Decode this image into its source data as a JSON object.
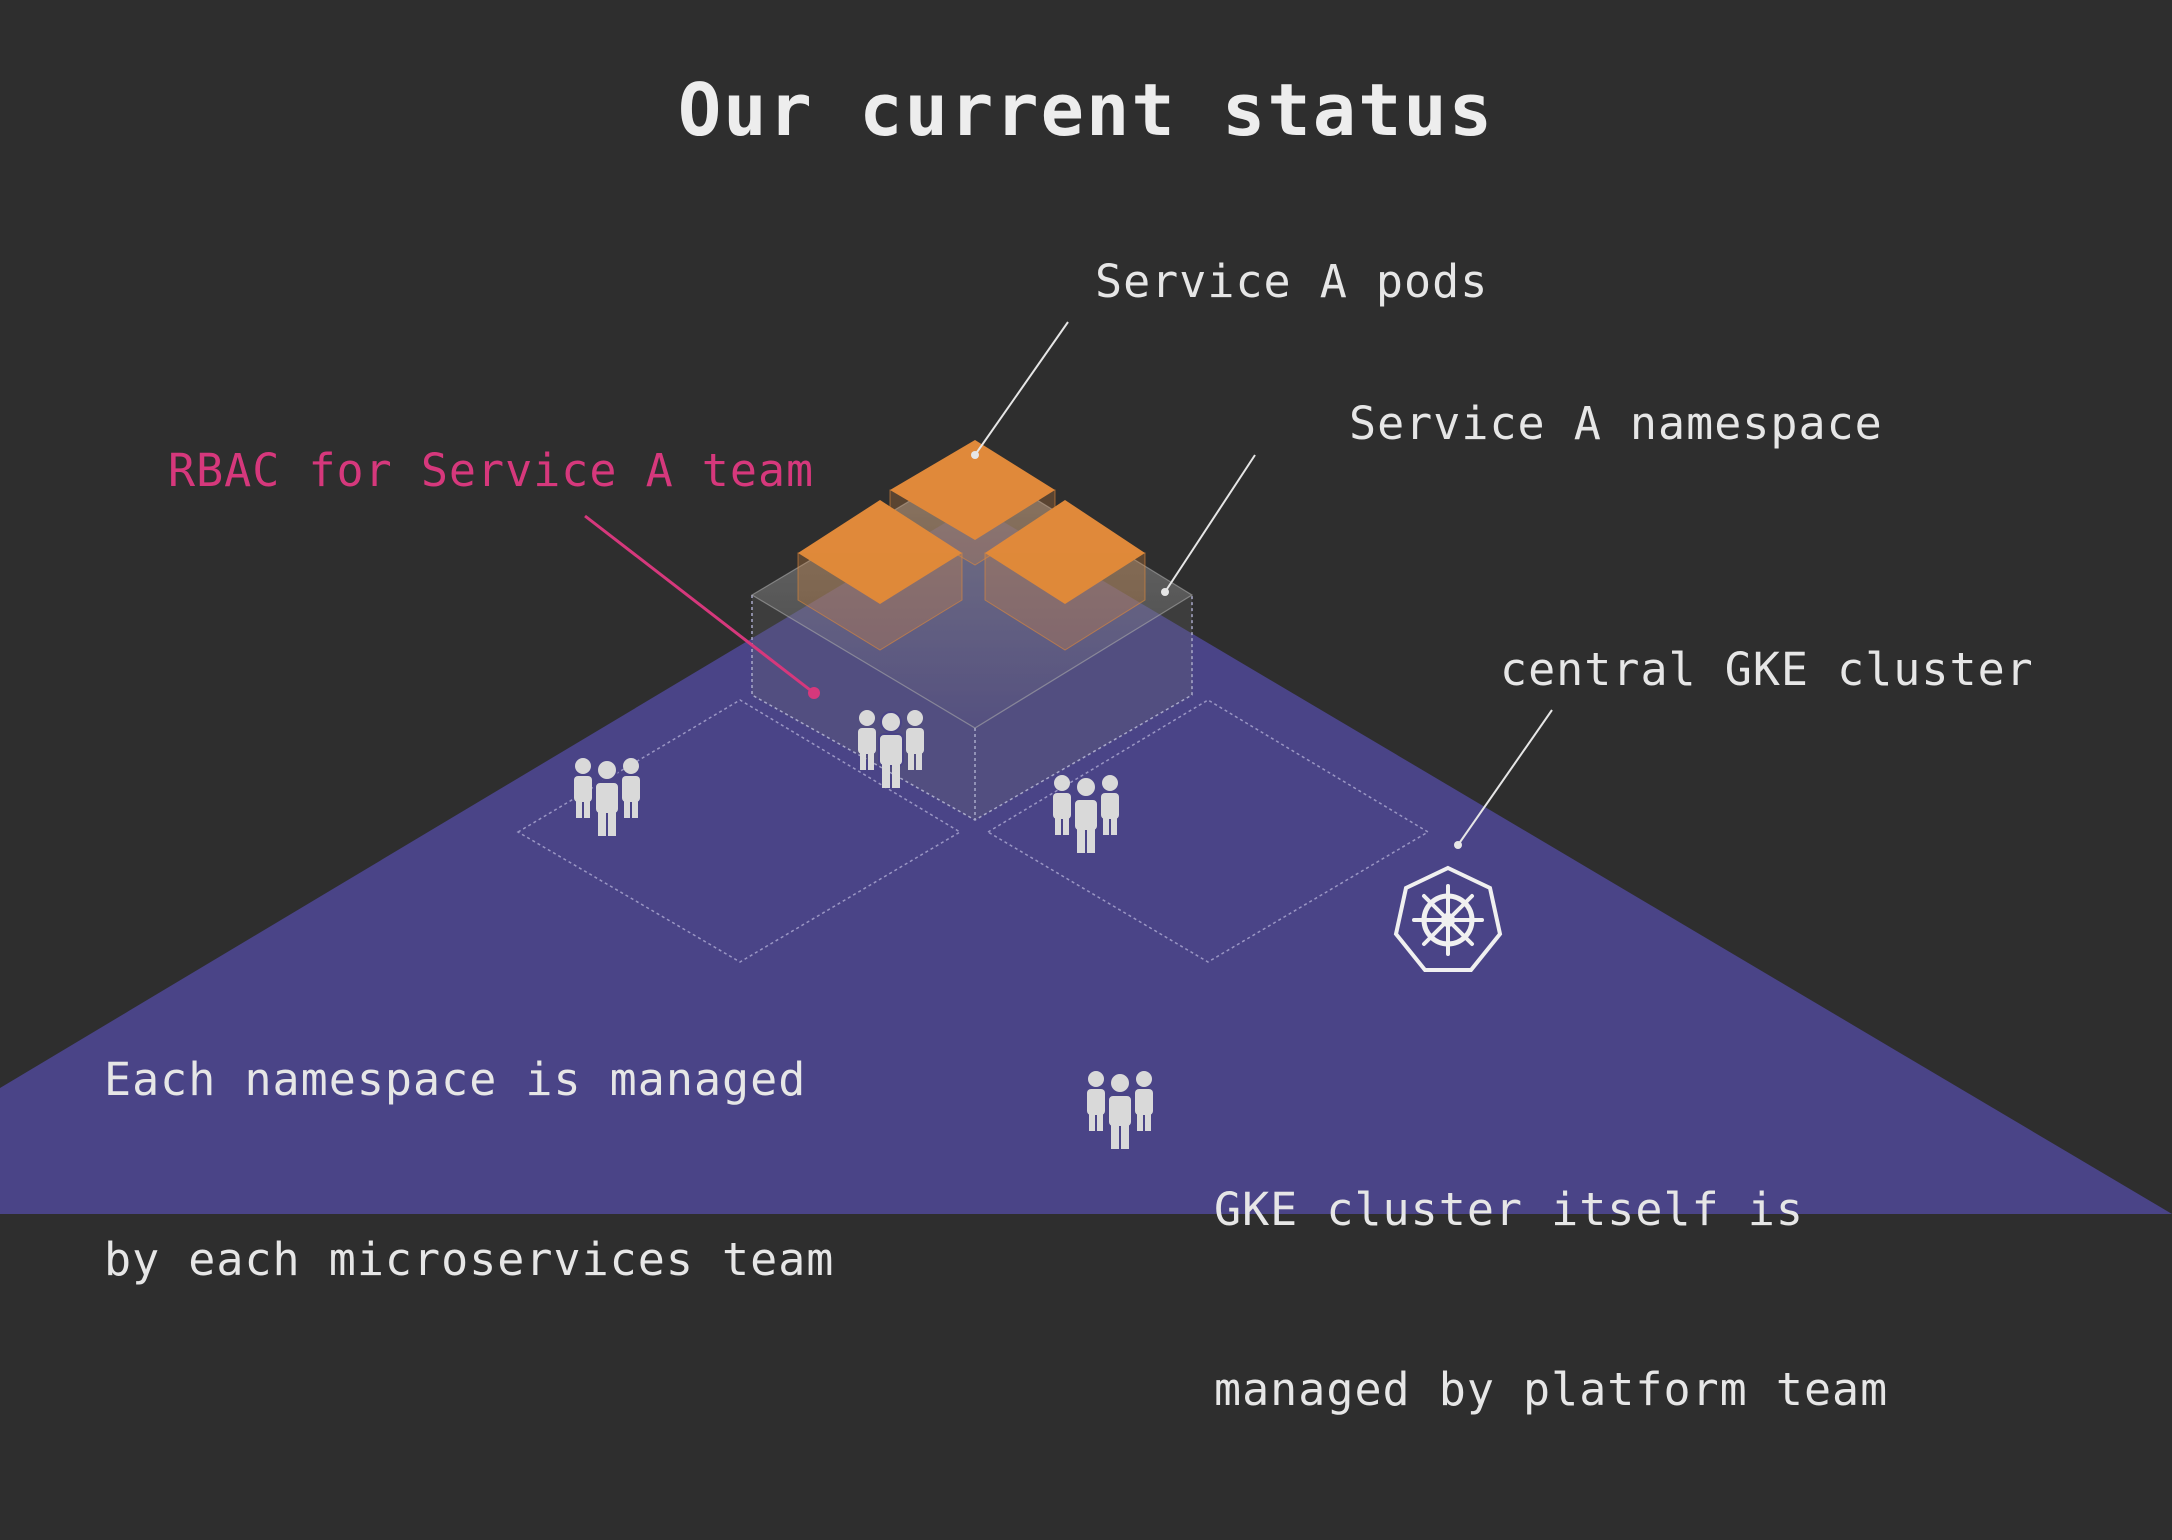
{
  "slide": {
    "title": "Our current status",
    "labels": {
      "service_a_pods": "Service A pods",
      "service_a_namespace": "Service A namespace",
      "rbac": "RBAC for Service A team",
      "central_cluster": "central GKE cluster",
      "namespace_note": [
        "Each namespace is managed",
        "by each microservices team"
      ],
      "cluster_note": [
        "GKE cluster itself is",
        "managed by platform team"
      ]
    }
  },
  "colors": {
    "background": "#2e2e2e",
    "cluster_plane": "#4a4487",
    "pod_orange": "#e0893a",
    "rbac_pink": "#d6387c",
    "text": "#e6e6e6",
    "icon": "#d9d9d9"
  },
  "icons": [
    "team-icon",
    "kubernetes-helm-icon"
  ]
}
